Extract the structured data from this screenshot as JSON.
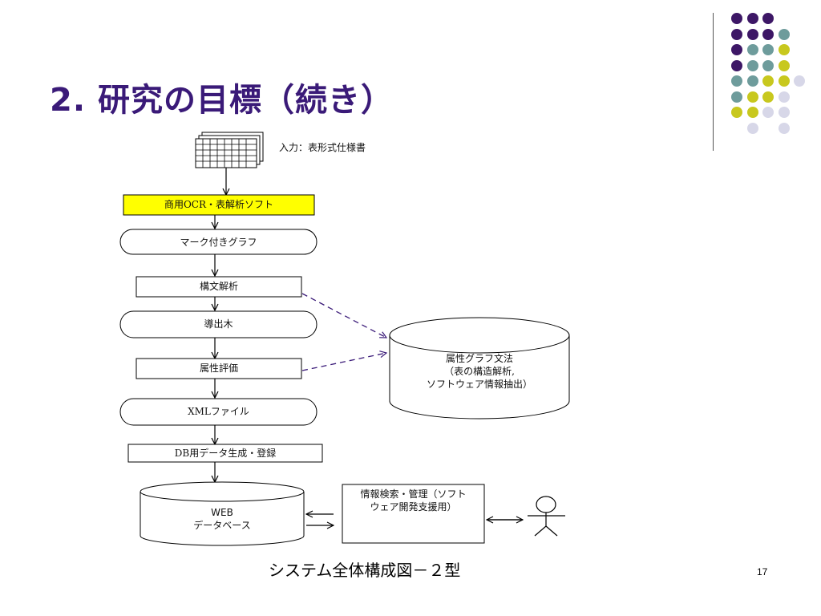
{
  "slide": {
    "title": "2.  研究の目標（続き）",
    "caption": "システム全体構成図－２型",
    "page_number": "17"
  },
  "diagram": {
    "input_label": "入力：表形式仕様書",
    "ocr_box": "商用OCR・表解析ソフト",
    "marked_graph": "マーク付きグラフ",
    "parse_box": "構文解析",
    "derivation_tree": "導出木",
    "attr_eval_box": "属性評価",
    "xml_file": "XMLファイル",
    "db_box": "DB用データ生成・登録",
    "grammar_db": {
      "line1": "属性グラフ文法",
      "line2": "（表の構造解析,",
      "line3": "ソフトウェア情報抽出）"
    },
    "web_db": {
      "line1": "WEB",
      "line2": "データベース"
    },
    "search_box": {
      "line1": "情報検索・管理（ソフト",
      "line2": "ウェア開発支援用）"
    }
  },
  "colors": {
    "title": "#3a1a78",
    "highlight_box": "#ffff00",
    "dashed_arrow": "#3a1a78",
    "dot_purple": "#3d1766",
    "dot_teal": "#6e9c9c",
    "dot_yellow": "#c8c81e",
    "dot_lavender": "#d7d7e8"
  }
}
